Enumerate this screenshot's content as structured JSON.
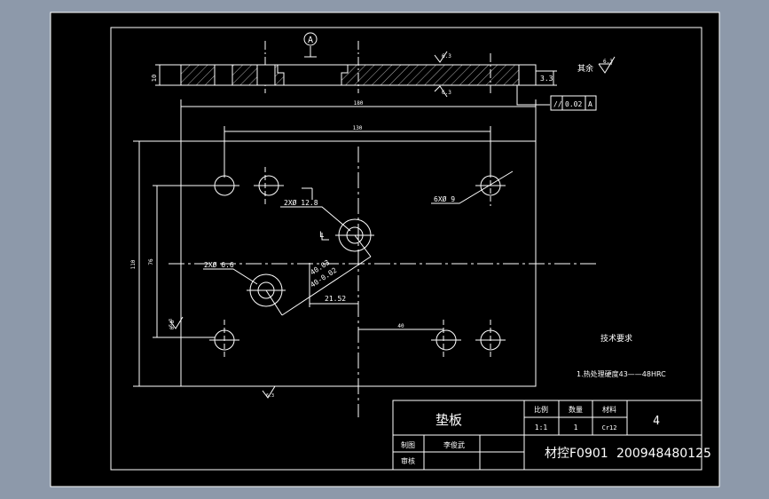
{
  "colors": {
    "background": "#8d99aa",
    "sheet": "#000000",
    "line": "#ffffff",
    "center_line": "#ffffff"
  },
  "section_view": {
    "datum_label": "A",
    "thickness_dim": "10",
    "step_dim": "3.3",
    "roughness_top": "6.3",
    "roughness_bottom": "6.3",
    "other_roughness_label": "其余",
    "other_roughness_value": "6.3",
    "tolerance_symbol": "//",
    "tolerance_value": "0.02",
    "tolerance_datum": "A"
  },
  "plan_view": {
    "width_dim": "180",
    "hole_spacing_dim": "130",
    "height_dim": "110",
    "inner_height_dim": "76",
    "bottom_offset_dim": "0.8",
    "hole_6x": "6XØ 9",
    "hole_2x_large": "2XØ 12.8",
    "hole_2x_small": "2XØ 6.6",
    "slot_dim_upper": "40.03",
    "slot_dim_lower": "40-0.02",
    "offset_dim": "21.52",
    "right_offset_dim": "40",
    "roughness_left": "6.3",
    "roughness_bottom": "6.3",
    "square_mark": "L"
  },
  "tech_requirements": {
    "title": "技术要求",
    "item1": "1.热处理硬度43——48HRC"
  },
  "title_block": {
    "part_name": "垫板",
    "scale_label": "比例",
    "scale_value": "1:1",
    "qty_label": "数量",
    "qty_value": "1",
    "material_label": "材料",
    "material_value": "Cr12",
    "drawing_no": "4",
    "drawn_label": "制图",
    "drawn_by": "李俊武",
    "checked_label": "审核",
    "class_name": "材控F0901",
    "student_id": "200948480125"
  }
}
